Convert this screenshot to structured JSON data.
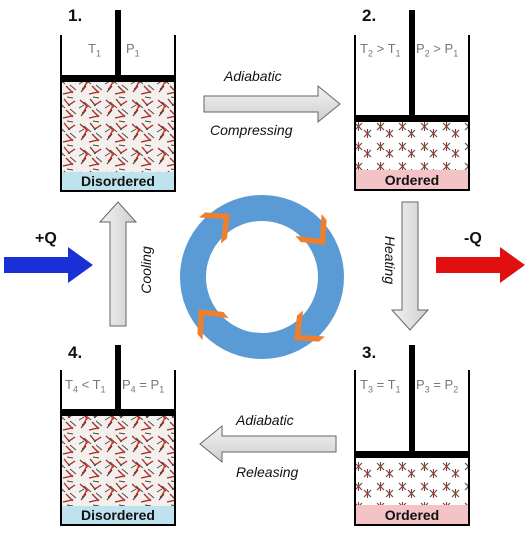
{
  "title": "",
  "stages": [
    {
      "number": "1.",
      "cond_t": "T1",
      "cond_p": "P1",
      "state": "Disordered",
      "state_color": "#bfe3ee"
    },
    {
      "number": "2.",
      "cond_t": "T2 > T1",
      "cond_p": "P2 > P1",
      "state": "Ordered",
      "state_color": "#f4c3c6"
    },
    {
      "number": "3.",
      "cond_t": "T3 = T1",
      "cond_p": "P3 = P2",
      "state": "Ordered",
      "state_color": "#f4c3c6"
    },
    {
      "number": "4.",
      "cond_t": "T4 < T1",
      "cond_p": "P4 = P1",
      "state": "Disordered",
      "state_color": "#bfe3ee"
    }
  ],
  "processes": {
    "top": {
      "line1": "Adiabatic",
      "line2": "Compressing"
    },
    "right": "Heating",
    "bottom": {
      "line1": "Adiabatic",
      "line2": "Releasing"
    },
    "left": "Cooling"
  },
  "heat_in": {
    "label": "+Q",
    "color": "#1a2fd6"
  },
  "heat_out": {
    "label": "-Q",
    "color": "#e01010"
  },
  "cycle": {
    "ring_color": "#5b9bd5",
    "chevron_color": "#ee7f2d"
  }
}
